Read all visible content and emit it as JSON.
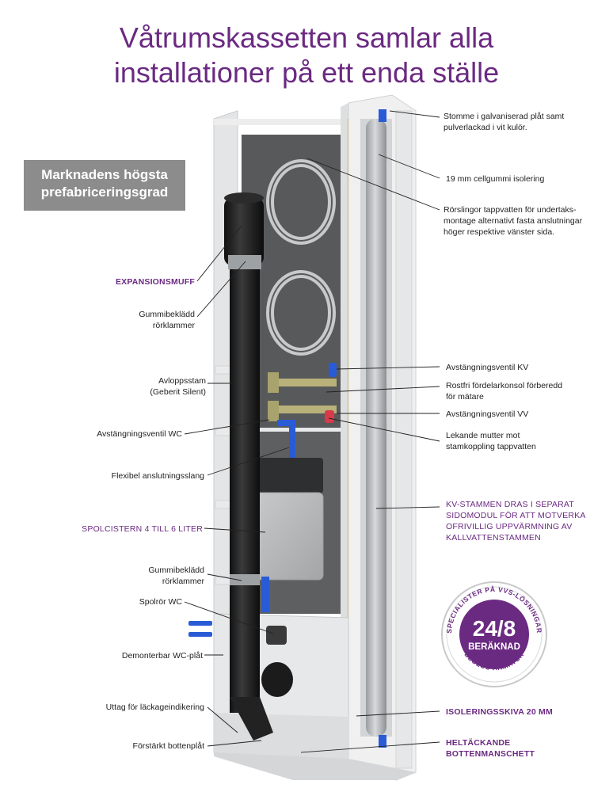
{
  "title": {
    "line1": "Våtrumskassetten samlar alla",
    "line2": "installationer på ett enda ställe"
  },
  "badge": {
    "line1": "Marknadens högsta",
    "line2": "prefabriceringsgrad"
  },
  "labels_left": {
    "expansionsmuff": "EXPANSIONSMUFF",
    "rorklammer1_line1": "Gummibeklädd",
    "rorklammer1_line2": "rörklammer",
    "avloppsstam_line1": "Avloppsstam",
    "avloppsstam_line2": "(Geberit Silent)",
    "avstangningsventil_wc": "Avstängningsventil WC",
    "flexibel": "Flexibel anslutningsslang",
    "spolcistern": "SPOLCISTERN 4 TILL 6 LITER",
    "rorklammer2_line1": "Gummibeklädd",
    "rorklammer2_line2": "rörklammer",
    "spolror": "Spolrör WC",
    "demonterbar": "Demonterbar WC-plåt",
    "uttag": "Uttag för läckageindikering",
    "forstarkt": "Förstärkt bottenplåt"
  },
  "labels_right": {
    "stomme_line1": "Stomme i galvaniserad plåt samt",
    "stomme_line2": "pulverlackad i vit kulör.",
    "cellgummi": "19 mm cellgummi isolering",
    "rorslingor_line1": "Rörslingor tappvatten för undertaks-",
    "rorslingor_line2": "montage alternativt fasta anslutningar",
    "rorslingor_line3": "höger respektive vänster sida.",
    "ventil_kv": "Avstängningsventil KV",
    "rostfri_line1": "Rostfri fördelarkonsol förberedd",
    "rostfri_line2": "för mätare",
    "ventil_vv": "Avstängningsventil VV",
    "lekande_line1": "Lekande mutter mot",
    "lekande_line2": "stamkoppling tappvatten",
    "kv_line1": "KV-STAMMEN DRAS I SEPARAT",
    "kv_line2": "SIDOMODUL FÖR ATT MOTVERKA",
    "kv_line3": "OFRIVILLIG UPPVÄRMNING AV",
    "kv_line4": "KALLVATTENSTAMMEN",
    "isolering": "ISOLERINGSSKIVA 20 MM",
    "heltackande_line1": "HELTÄCKANDE",
    "heltackande_line2": "BOTTENMANSCHETT"
  },
  "seal": {
    "top_text": "SPECIALISTER PÅ VVS-LÖSNINGAR",
    "big": "24/8",
    "sub": "BERÄKNAD",
    "bottom_text": "BEULCO ARMATUR"
  },
  "colors": {
    "purple": "#6b2a82",
    "frame": "#e8e9ea",
    "panel": "#5a5b5c",
    "pipe_blue": "#2a5bd7",
    "pipe_red": "#d93a4a",
    "insulation_yellow": "#f2d35a"
  }
}
